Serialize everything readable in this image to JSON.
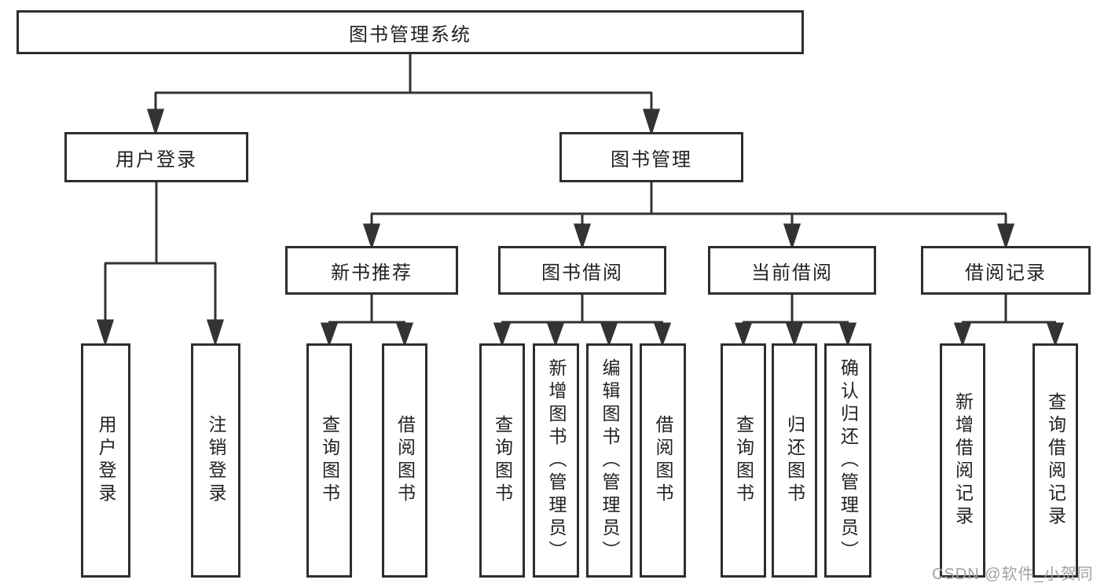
{
  "nodes": {
    "root": "图书管理系统",
    "user_login": "用户登录",
    "book_mgmt": "图书管理",
    "new_books": "新书推荐",
    "book_borrow": "图书借阅",
    "current_borrow": "当前借阅",
    "borrow_records": "借阅记录",
    "leaves": {
      "user_login": [
        "用户登录",
        "注销登录"
      ],
      "new_books": [
        "查询图书",
        "借阅图书"
      ],
      "book_borrow": [
        "查询图书",
        "新增图书（管理员）",
        "编辑图书（管理员）",
        "借阅图书"
      ],
      "current_borrow": [
        "查询图书",
        "归还图书",
        "确认归还（管理员）"
      ],
      "borrow_records": [
        "新增借阅记录",
        "查询借阅记录"
      ]
    }
  },
  "watermark": "CSDN @软件_小贺同学",
  "colors": {
    "border": "#2e2e2e",
    "line": "#333333",
    "text": "#222222",
    "watermark": "#a2a2a2",
    "background": "#ffffff"
  }
}
